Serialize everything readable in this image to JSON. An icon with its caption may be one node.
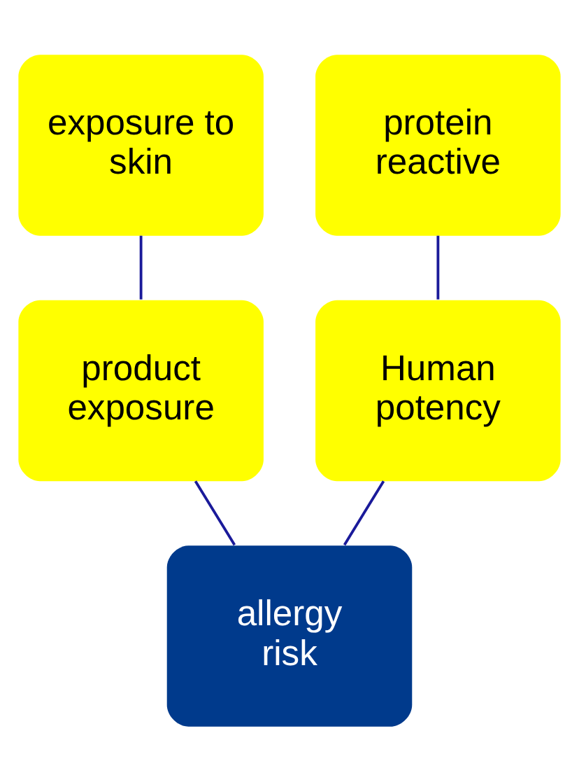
{
  "diagram": {
    "nodes": [
      {
        "text": [
          "exposure to skin"
        ]
      },
      {
        "text": [
          "protein reactive"
        ]
      },
      {
        "text": [
          "product exposure"
        ]
      },
      {
        "text": [
          "Human potency"
        ]
      },
      {
        "text": [
          "allergy risk"
        ]
      }
    ],
    "edges": [
      {
        "from": 0,
        "to": 2,
        "arrow": "none"
      },
      {
        "from": 1,
        "to": 3,
        "arrow": "none"
      },
      {
        "from": 2,
        "to": 4,
        "arrow": "none"
      },
      {
        "from": 3,
        "to": 4,
        "arrow": "none"
      }
    ]
  }
}
